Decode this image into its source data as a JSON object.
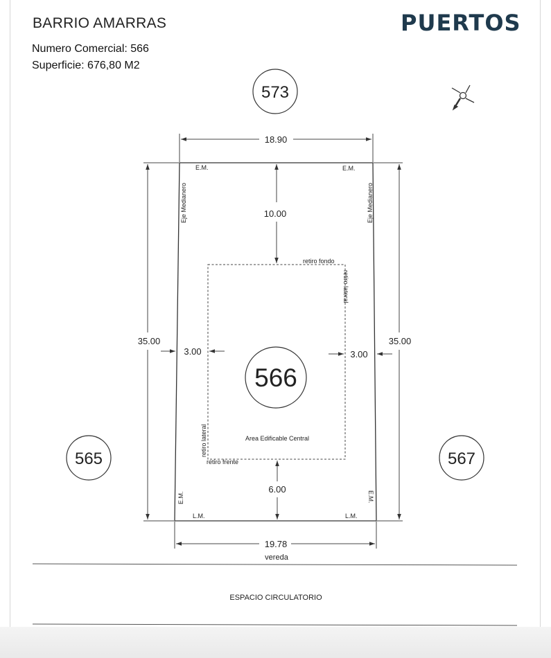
{
  "header": {
    "title": "BARRIO AMARRAS",
    "numero_comercial": "Numero Comercial: 566",
    "superficie": "Superficie: 676,80 M2",
    "logo_text": "PUERTOS"
  },
  "lots": {
    "main": "566",
    "top": "573",
    "left": "565",
    "right": "567"
  },
  "dimensions": {
    "top_width": "18.90",
    "bottom_width": "19.78",
    "left_depth": "35.00",
    "right_depth": "35.00",
    "rear_setback": "10.00",
    "front_setback": "6.00",
    "left_setback": "3.00",
    "right_setback": "3.00"
  },
  "labels": {
    "em": "E.M.",
    "lm": "L.M.",
    "eje_medianero": "Eje Medianero",
    "retiro_fondo": "retiro fondo",
    "retiro_lateral": "retiro lateral",
    "retiro_frente": "retiro frente",
    "area_edificable": "Area Edificable Central",
    "vereda": "vereda",
    "espacio_circulatorio": "ESPACIO CIRCULATORIO"
  },
  "colors": {
    "logo": "#1f3a4d",
    "lines": "#333333"
  }
}
